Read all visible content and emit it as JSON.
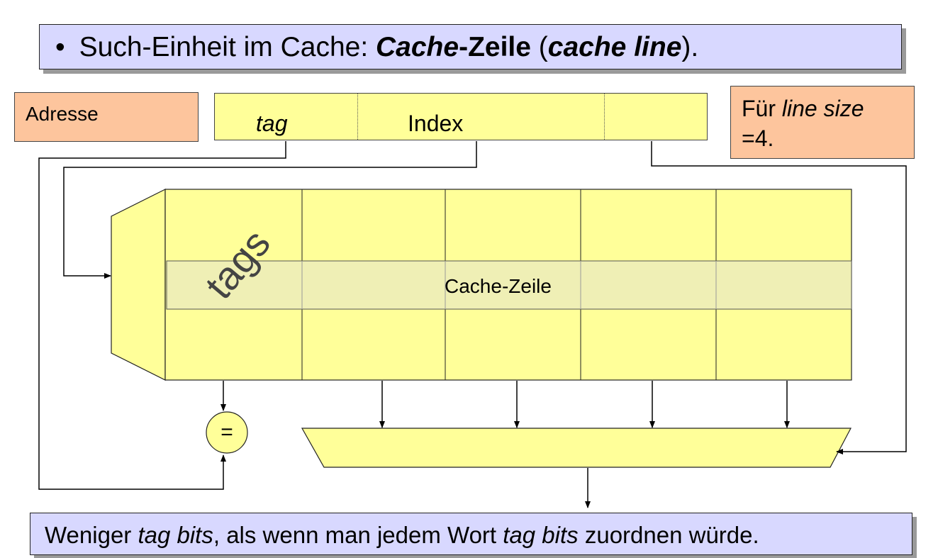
{
  "title": {
    "bullet": "•",
    "prefix": "Such-Einheit im Cache: ",
    "term_part1": "Cache",
    "term_part2": "-Zeile",
    "paren_open": " (",
    "term_en": "cache line",
    "paren_close": ")."
  },
  "address": {
    "label": "Adresse",
    "fields": [
      "tag",
      "Index"
    ]
  },
  "line_size_note": {
    "prefix": "Für ",
    "term": "line size",
    "value": "=4."
  },
  "cache": {
    "tags_label": "tags",
    "line_label": "Cache-Zeile",
    "comparator_symbol": "="
  },
  "conclusion": {
    "part1": "Weniger ",
    "term1": "tag bits",
    "part2": ", als wenn man jedem Wort ",
    "term2": "tag bits",
    "part3": " zuordnen würde."
  },
  "colors": {
    "yellow": "#ffff99",
    "orange": "#fdc59d",
    "lavender": "#d8d8ff"
  }
}
